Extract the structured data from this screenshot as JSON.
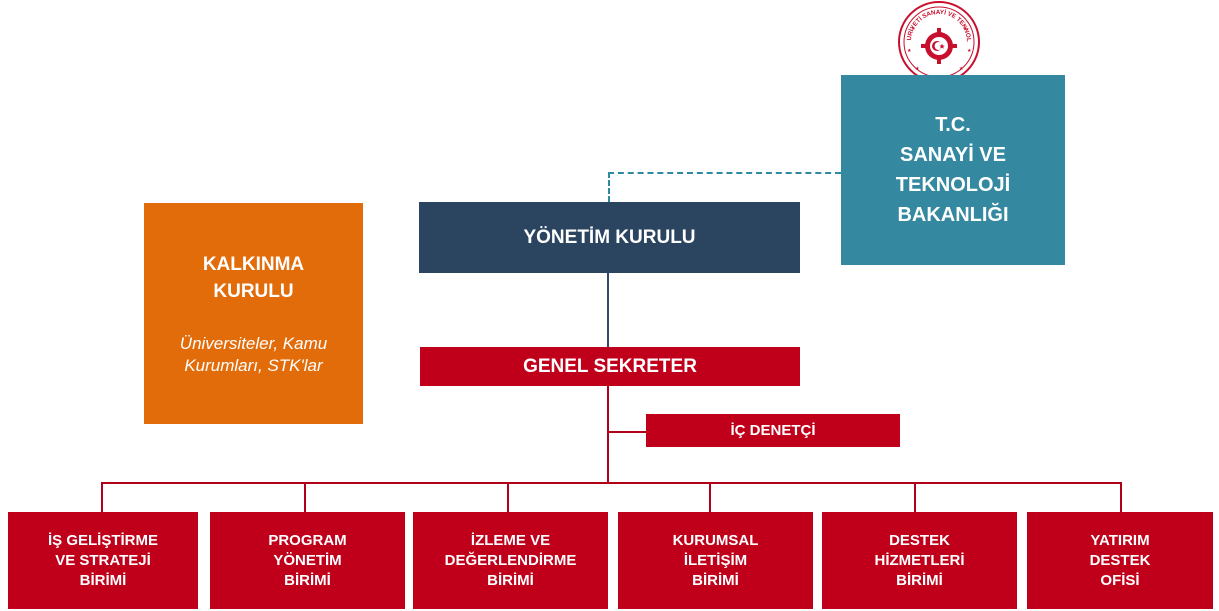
{
  "ministry": {
    "lines": [
      "T.C.",
      "SANAYİ VE",
      "TEKNOLOJİ",
      "BAKANLIĞI"
    ],
    "seal_text": "TÜRKİYE CUMHURİYETİ SANAYİ VE TEKNOLOJİ BAKANLIĞI",
    "color": "#34889f"
  },
  "board": {
    "label": "YÖNETİM KURULU",
    "color": "#2b4561"
  },
  "development_council": {
    "title_lines": [
      "KALKINMA",
      "KURULU"
    ],
    "subtitle_lines": [
      "Üniversiteler, Kamu",
      "Kurumları, STK'lar"
    ],
    "color": "#e36c0a"
  },
  "secretary": {
    "label": "GENEL SEKRETER",
    "color": "#c0001a"
  },
  "auditor": {
    "label": "İÇ DENETÇİ",
    "color": "#c0001a"
  },
  "units": [
    {
      "label": "İŞ GELİŞTİRME\nVE STRATEJİ\nBİRİMİ"
    },
    {
      "label": "PROGRAM\nYÖNETİM\nBİRİMİ"
    },
    {
      "label": "İZLEME VE\nDEĞERLENDİRME\nBİRİMİ"
    },
    {
      "label": "KURUMSAL\nİLETİŞİM\nBİRİMİ"
    },
    {
      "label": "DESTEK\nHİZMETLERİ\nBİRİMİ"
    },
    {
      "label": "YATIRIM\nDESTEK\nOFİSİ"
    }
  ]
}
